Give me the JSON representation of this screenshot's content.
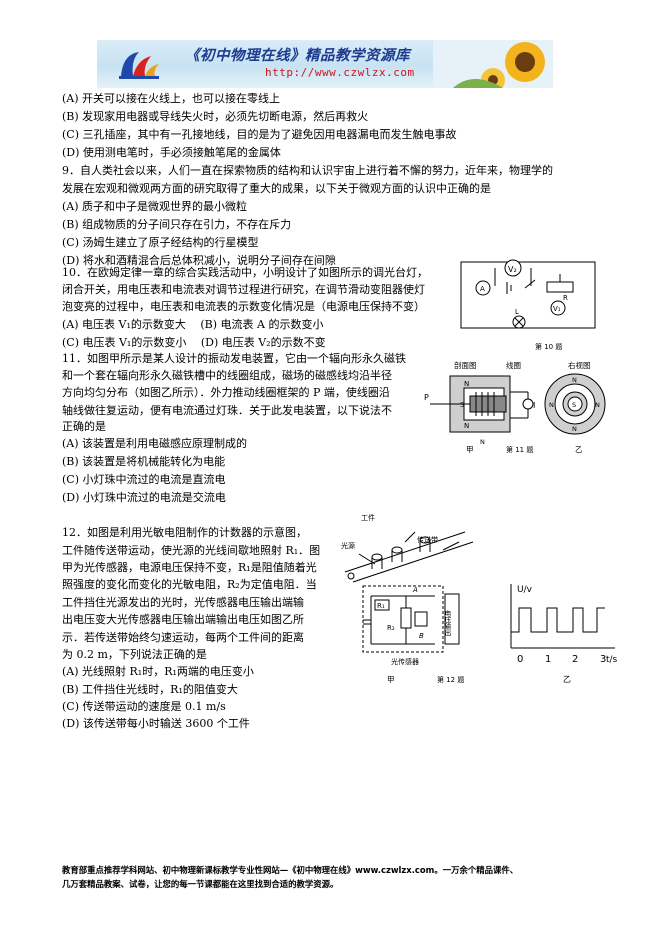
{
  "banner": {
    "title": "《初中物理在线》精品教学资源库",
    "url": "http://www.czwlzx.com"
  },
  "q8": [
    "(A) 开关可以接在火线上，也可以接在零线上",
    "(B) 发现家用电器或导线失火时，必须先切断电源，然后再救火",
    "(C) 三孔插座，其中有一孔接地线，目的是为了避免因用电器漏电而发生触电事故",
    "(D) 使用测电笔时，手必须接触笔尾的金属体"
  ],
  "q9": [
    "9．自人类社会以来，人们一直在探索物质的结构和认识宇宙上进行着不懈的努力，近年来，物理学的",
    "发展在宏观和微观两方面的研究取得了重大的成果，以下关于微观方面的认识中正确的是",
    "(A) 质子和中子是微观世界的最小微粒",
    "(B) 组成物质的分子间只存在引力，不存在斥力",
    "(C) 汤姆生建立了原子经结构的行星模型",
    "(D) 将水和酒精混合后总体积减小，说明分子间存在间隙"
  ],
  "q10": [
    "10．在欧姆定律一章的综合实践活动中，小明设计了如图所示的调光台灯，",
    "闭合开关，用电压表和电流表对调节过程进行研究，在调节滑动变阻器使灯",
    "泡变亮的过程中，电压表和电流表的示数变化情况是（电源电压保持不变）",
    "(A) 电压表 V₁的示数变大　 (B) 电流表 A 的示数变小",
    "(C) 电压表 V₁的示数变小　 (D) 电压表 V₂的示数不变"
  ],
  "fig10": {
    "caption": "第 10 题",
    "labels": [
      "V₂",
      "A",
      "R",
      "V₁",
      "L"
    ]
  },
  "q11": [
    "11．如图甲所示是某人设计的振动发电装置，它由一个辐向形永久磁铁",
    "和一个套在辐向形永久磁铁槽中的线圈组成，磁场的磁感线均沿半径",
    "方向均匀分布（如图乙所示）．外力推动线圈框架的 P 端，使线圈沿",
    "轴线做往复运动，便有电流通过灯珠．关于此发电装置，以下说法不",
    "正确的是",
    "(A) 该装置是利用电磁感应原理制成的",
    "(B) 该装置是将机械能转化为电能",
    "(C) 小灯珠中流过的电流是直流电",
    "(D) 小灯珠中流过的电流是交流电"
  ],
  "fig11": {
    "labels": [
      "剖面图",
      "线圈",
      "右视图",
      "P",
      "N",
      "S",
      "N",
      "I",
      "N",
      "S",
      "N",
      "N",
      "N",
      "N"
    ],
    "sub_a": "甲",
    "sub_b": "乙",
    "caption": "第 11 题"
  },
  "q12": [
    "12．如图是利用光敏电阻制作的计数器的示意图，",
    "工件随传送带运动，使光源的光线间歇地照射 R₁．图",
    "甲为光传感器，电源电压保持不变，R₁是阻值随着光",
    "照强度的变化而变化的光敏电阻，R₂为定值电阻．当",
    "工件挡住光源发出的光时，光传感器电压输出端输",
    "出电压变大光传感器电压输出端输出电压如图乙所",
    "示．若传送带始终匀速运动，每两个工件间的距离",
    "为 0.2 m，下列说法正确的是",
    "(A) 光线照射 R₁时，R₁两端的电压变小",
    "(B) 工件挡住光线时，R₁的阻值变大",
    "(C) 传送带运动的速度是 0.1 m/s",
    "(D) 该传送带每小时输送 3600 个工件"
  ],
  "fig12": {
    "labels": [
      "工件",
      "光源",
      "传送带",
      "A",
      "R₁",
      "R₂",
      "B",
      "电压输出",
      "光传感器"
    ],
    "sub_a": "甲",
    "caption": "第 12 题",
    "graph_ylabel": "U/v",
    "graph_xlabel": "t/s",
    "graph_ticks": [
      "0",
      "1",
      "2",
      "3"
    ],
    "sub_b": "乙"
  },
  "footer": [
    "教育部重点推荐学科网站、初中物理新课标教学专业性网站—《初中物理在线》www.czwlzx.com。一万余个精品课件、",
    "几万套精品教案、试卷，让您的每一节课都能在这里找到合适的教学资源。"
  ]
}
